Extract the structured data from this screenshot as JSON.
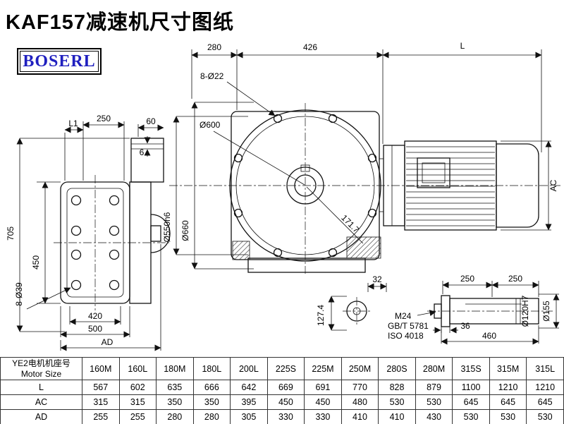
{
  "title": "KAF157减速机尺寸图纸",
  "logo": "BOSERL",
  "dims": {
    "top_280": "280",
    "top_426": "426",
    "top_L": "L",
    "bolt_8_22": "8-Ø22",
    "dia_600": "Ø600",
    "angle_171": "171.7",
    "left_L1": "L1",
    "left_250": "250",
    "left_60": "60",
    "left_6": "6",
    "left_705": "705",
    "left_450": "450",
    "left_8_39": "8-Ø39",
    "left_420": "420",
    "left_500": "500",
    "left_AD": "AD",
    "dia_550": "Ø550h6",
    "dia_660": "Ø660",
    "motor_AC": "AC",
    "shaft_250a": "250",
    "shaft_250b": "250",
    "shaft_32": "32",
    "shaft_127": "127.4",
    "thread_M24": "M24",
    "std_gbt": "GB/T 5781",
    "std_iso": "ISO 4018",
    "shaft_36": "36",
    "shaft_460": "460",
    "dia_120": "Ø120H7",
    "dia_155": "Ø155"
  },
  "table": {
    "motor_size_cn": "YE2电机机座号",
    "motor_size_en": "Motor Size",
    "columns": [
      "160M",
      "160L",
      "180M",
      "180L",
      "200L",
      "225S",
      "225M",
      "250M",
      "280S",
      "280M",
      "315S",
      "315M",
      "315L"
    ],
    "rows": [
      {
        "label": "L",
        "values": [
          "567",
          "602",
          "635",
          "666",
          "642",
          "669",
          "691",
          "770",
          "828",
          "879",
          "1100",
          "1210",
          "1210"
        ]
      },
      {
        "label": "AC",
        "values": [
          "315",
          "315",
          "350",
          "350",
          "395",
          "450",
          "450",
          "480",
          "530",
          "530",
          "645",
          "645",
          "645"
        ]
      },
      {
        "label": "AD",
        "values": [
          "255",
          "255",
          "280",
          "280",
          "305",
          "330",
          "330",
          "410",
          "410",
          "430",
          "530",
          "530",
          "530"
        ]
      }
    ]
  }
}
